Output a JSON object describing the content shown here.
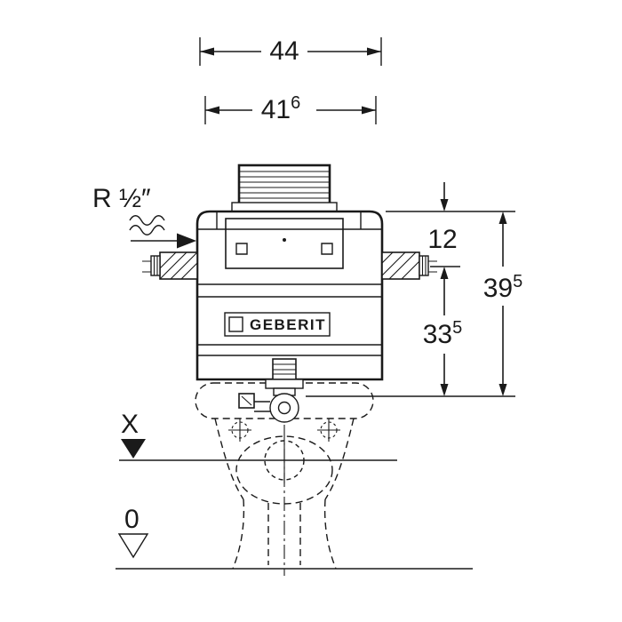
{
  "diagram": {
    "brand_logo": "GEBERIT",
    "supply_label": "R ½″",
    "dimensions": {
      "outer_width": "44",
      "inner_width": "41",
      "inner_width_sup": "6",
      "top_offset": "12",
      "lower_height": "33",
      "lower_height_sup": "5",
      "overall_height": "39",
      "overall_height_sup": "5"
    },
    "levels": {
      "x": "X",
      "zero": "0"
    }
  }
}
